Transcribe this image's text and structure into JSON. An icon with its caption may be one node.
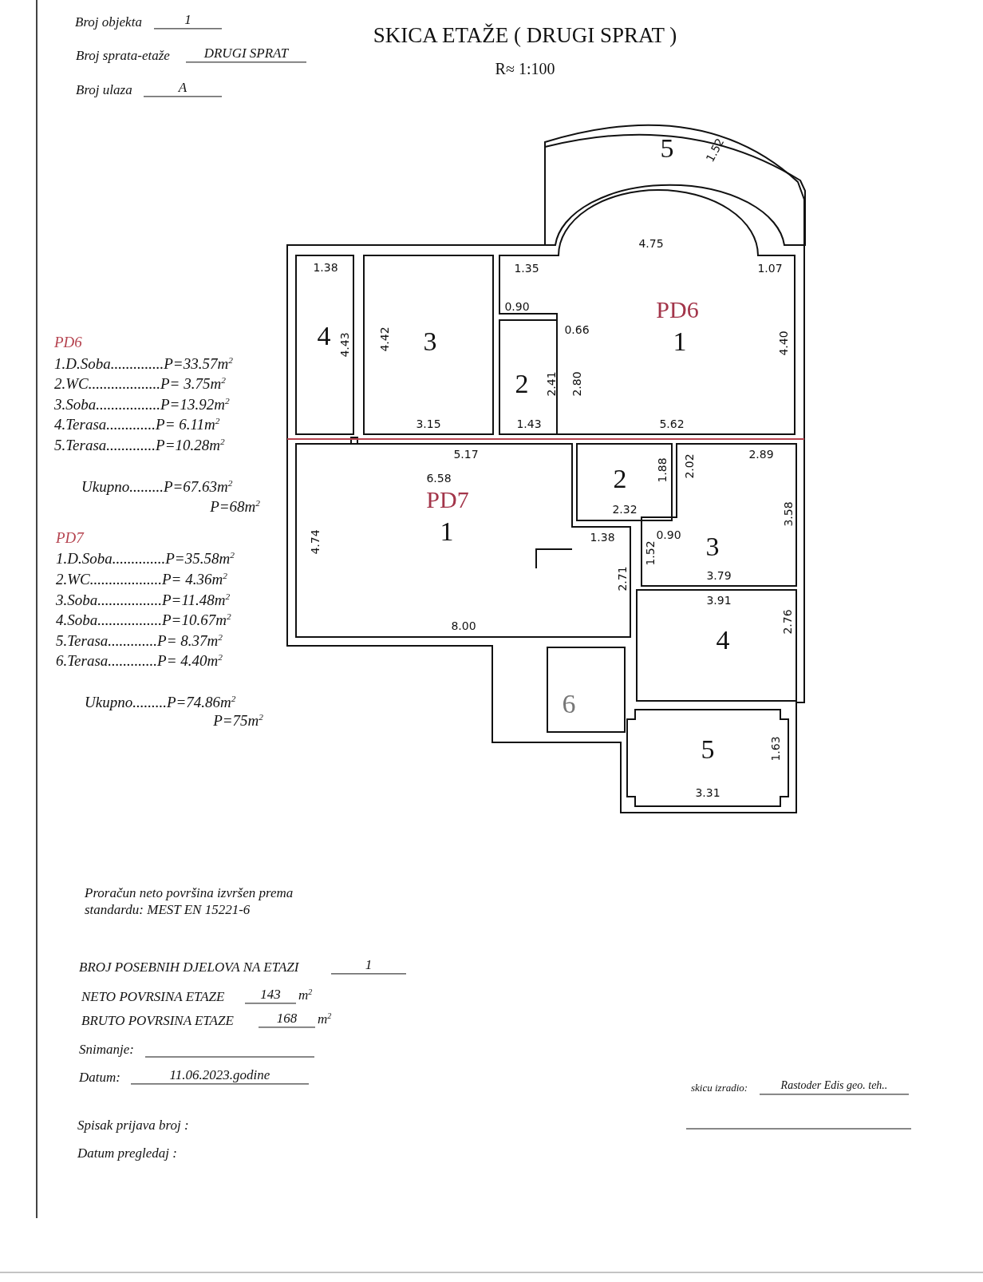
{
  "diagram": {
    "title": "SKICA ETAŽE ( DRUGI SPRAT )",
    "nodes": [
      {
        "text": [
          "5"
        ]
      },
      {
        "text": [
          "4"
        ]
      },
      {
        "text": [
          "3"
        ]
      },
      {
        "text": [
          "2"
        ]
      },
      {
        "text": [
          "PD6",
          "1"
        ]
      },
      {
        "text": [
          "PD7",
          "1"
        ]
      },
      {
        "text": [
          "2"
        ]
      },
      {
        "text": [
          "3"
        ]
      },
      {
        "text": [
          "4"
        ]
      },
      {
        "text": [
          "6"
        ]
      },
      {
        "text": [
          "5"
        ]
      }
    ],
    "edges": [],
    "labels": [
      "Broj objekta",
      "1",
      "Broj sprata-etaže",
      "DRUGI SPRAT",
      "R≈ 1:100",
      "Broj ulaza",
      "A",
      "1.52",
      "4.75",
      "1.38",
      "1.35",
      "1.07",
      "0.90",
      "0.66",
      "4.43",
      "4.42",
      "2.41",
      "2.80",
      "4.40",
      "3.15",
      "1.43",
      "5.62",
      "5.17",
      "6.58",
      "1.88",
      "2.02",
      "2.89",
      "2.32",
      "4.74",
      "1.38",
      "0.90",
      "1.52",
      "3.58",
      "3.79",
      "2.71",
      "3.91",
      "2.76",
      "8.00",
      "1.63",
      "3.31",
      "PD6",
      "1.D.Soba..............P=33.57m$^{2}$",
      "2.WC...................P= 3.75m$^{2}$",
      "3.Soba.................P=13.92m$^{2}$",
      "4.Terasa.............P= 6.11m$^{2}$",
      "5.Terasa.............P=10.28m$^{2}$",
      "Ukupno.........P=67.63m$^{2}$",
      "P=68m$^{2}$",
      "PD7",
      "1.D.Soba..............P=35.58m$^{2}$",
      "2.WC...................P= 4.36m$^{2}$",
      "3.Soba.................P=11.48m$^{2}$",
      "4.Soba.................P=10.67m$^{2}$",
      "5.Terasa.............P= 8.37m$^{2}$",
      "6.Terasa.............P= 4.40m$^{2}$",
      "Ukupno.........P=74.86m$^{2}$",
      "P=75m$^{2}$",
      "Proračun neto površina izvršen prema standardu: MEST EN 15221-6",
      "BROJ POSEBNIH DJELOVA NA ETAZI",
      "1",
      "NETO POVRSINA ETAZE",
      "143",
      "m$^{2}$",
      "BRUTO POVRSINA ETAZE",
      "168",
      "m$^{2}$",
      "Snimanje:",
      "Datum:",
      "11.06.2023.godine",
      "skicu izradio:",
      "Rastoder Edis geo. teh..",
      "Spisak prijava broj :",
      "Datum pregledaj :"
    ]
  }
}
